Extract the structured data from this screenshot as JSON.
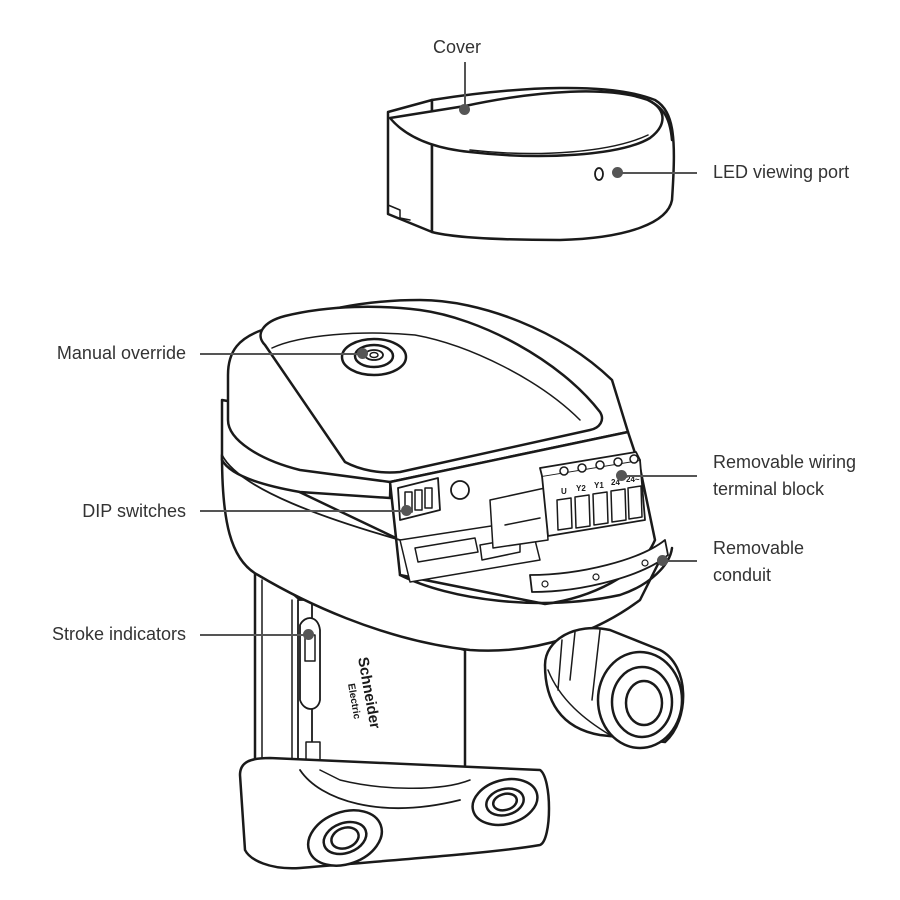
{
  "labels": {
    "cover": "Cover",
    "led_port": "LED viewing port",
    "manual_override": "Manual override",
    "dip_switches": "DIP switches",
    "stroke_indicators": "Stroke indicators",
    "wiring_line1": "Removable wiring",
    "wiring_line2": "terminal block",
    "conduit_line1": "Removable",
    "conduit_line2": "conduit"
  },
  "terminals": [
    "U",
    "Y2",
    "Y1",
    "24",
    "24~"
  ],
  "brand": {
    "line1": "Schneider",
    "line2": "Electric"
  },
  "colors": {
    "stroke": "#1a1a1a",
    "leader": "#555555",
    "text": "#333333",
    "fill": "#ffffff"
  }
}
